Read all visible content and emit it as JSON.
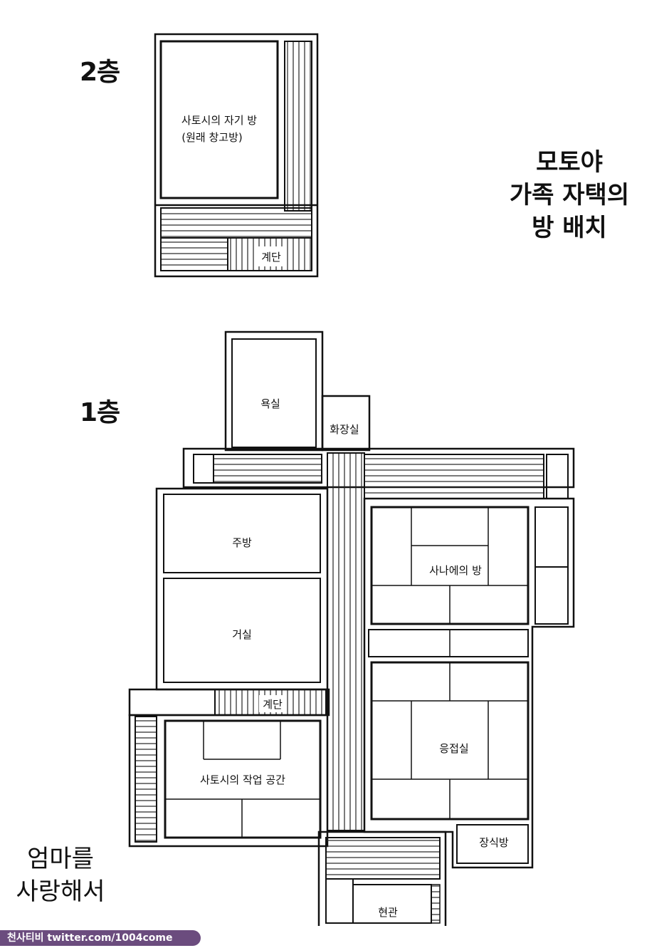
{
  "floors": {
    "second": "2층",
    "first": "1층"
  },
  "title_lines": [
    "모토야",
    "가족 자택의",
    "방 배치"
  ],
  "caption_lines": [
    "엄마를",
    "사랑해서"
  ],
  "credit": "천사티비 twitter.com/1004come",
  "rooms": {
    "satoshi_room": "사토시의 자기 방",
    "satoshi_room_note": "(원래 창고방)",
    "stairs_2f": "계단",
    "bath": "욕실",
    "toilet": "화장실",
    "kitchen": "주방",
    "living": "거실",
    "stairs_1f": "계단",
    "workspace": "사토시의 작업 공간",
    "sanae_room": "사나에의 방",
    "reception": "응접실",
    "ornament_room": "장식방",
    "entrance": "현관"
  }
}
